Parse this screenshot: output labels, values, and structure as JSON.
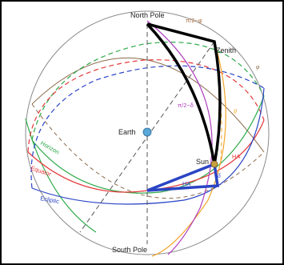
{
  "labels": {
    "north_pole": "North Pole",
    "south_pole": "South Pole",
    "zenith": "Zenith",
    "earth": "Earth",
    "sun": "Sun",
    "horizon": "Horizon",
    "equator": "Equator",
    "ecliptic": "Ecliptic",
    "hour_angle": "HA",
    "colatitude": "π/2−φ",
    "codeclination": "π/2−δ",
    "phi": "φ",
    "theta": "θ",
    "delta": "δ",
    "hour_angle_small": "HA"
  },
  "colors": {
    "border": "#000000",
    "sphere": "#8a8a8a",
    "horizon": "#2eaa4a",
    "equator": "#e53a3a",
    "ecliptic": "#2a44c4",
    "meridian": "#8a6a4a",
    "orange_circle": "#f2a52a",
    "magenta_circle": "#b040c0",
    "triangle": "#000000",
    "sun": "#c8a040",
    "earth": "#5aa8d8"
  }
}
